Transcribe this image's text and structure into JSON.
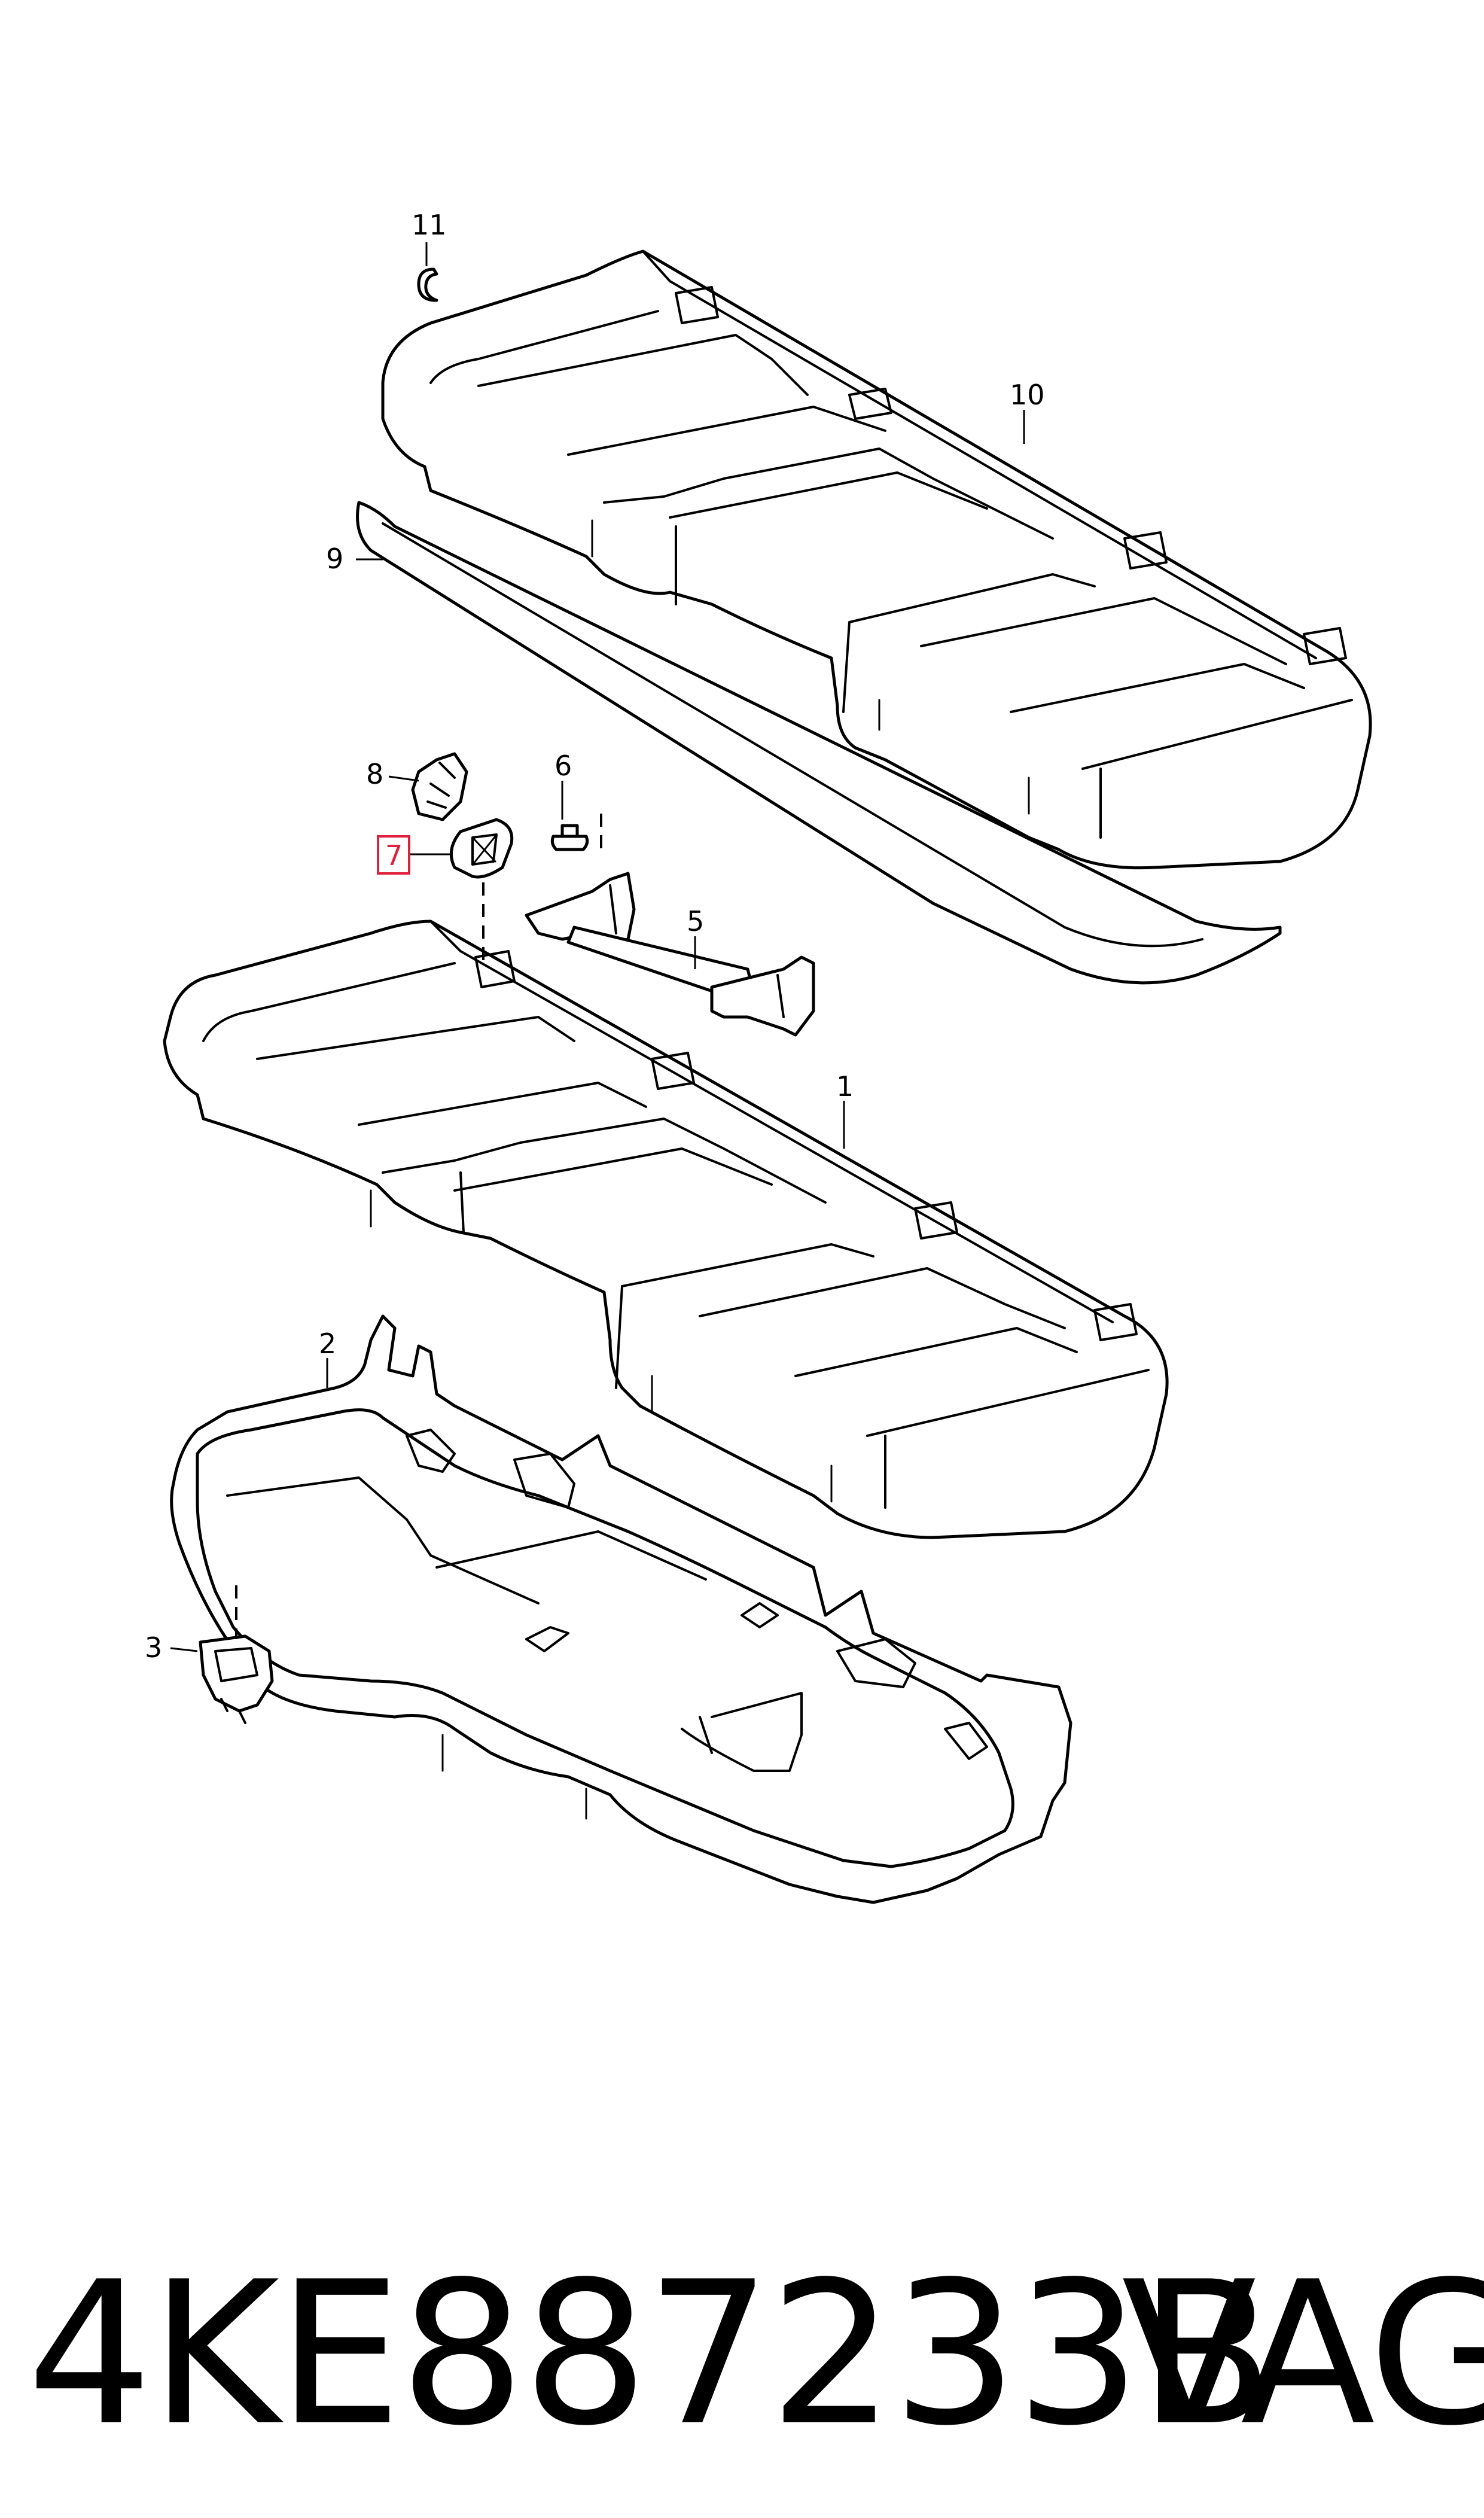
{
  "diagram": {
    "callouts": [
      {
        "id": "11",
        "label": "11"
      },
      {
        "id": "10",
        "label": "10"
      },
      {
        "id": "9",
        "label": "9"
      },
      {
        "id": "8",
        "label": "8"
      },
      {
        "id": "7",
        "label": "7",
        "highlighted": true
      },
      {
        "id": "6",
        "label": "6"
      },
      {
        "id": "5",
        "label": "5"
      },
      {
        "id": "1",
        "label": "1"
      },
      {
        "id": "2",
        "label": "2"
      },
      {
        "id": "3",
        "label": "3"
      }
    ],
    "highlight_color": "#e0203a"
  },
  "footer": {
    "part_number": "4KE887233B",
    "brand": "VAG"
  }
}
